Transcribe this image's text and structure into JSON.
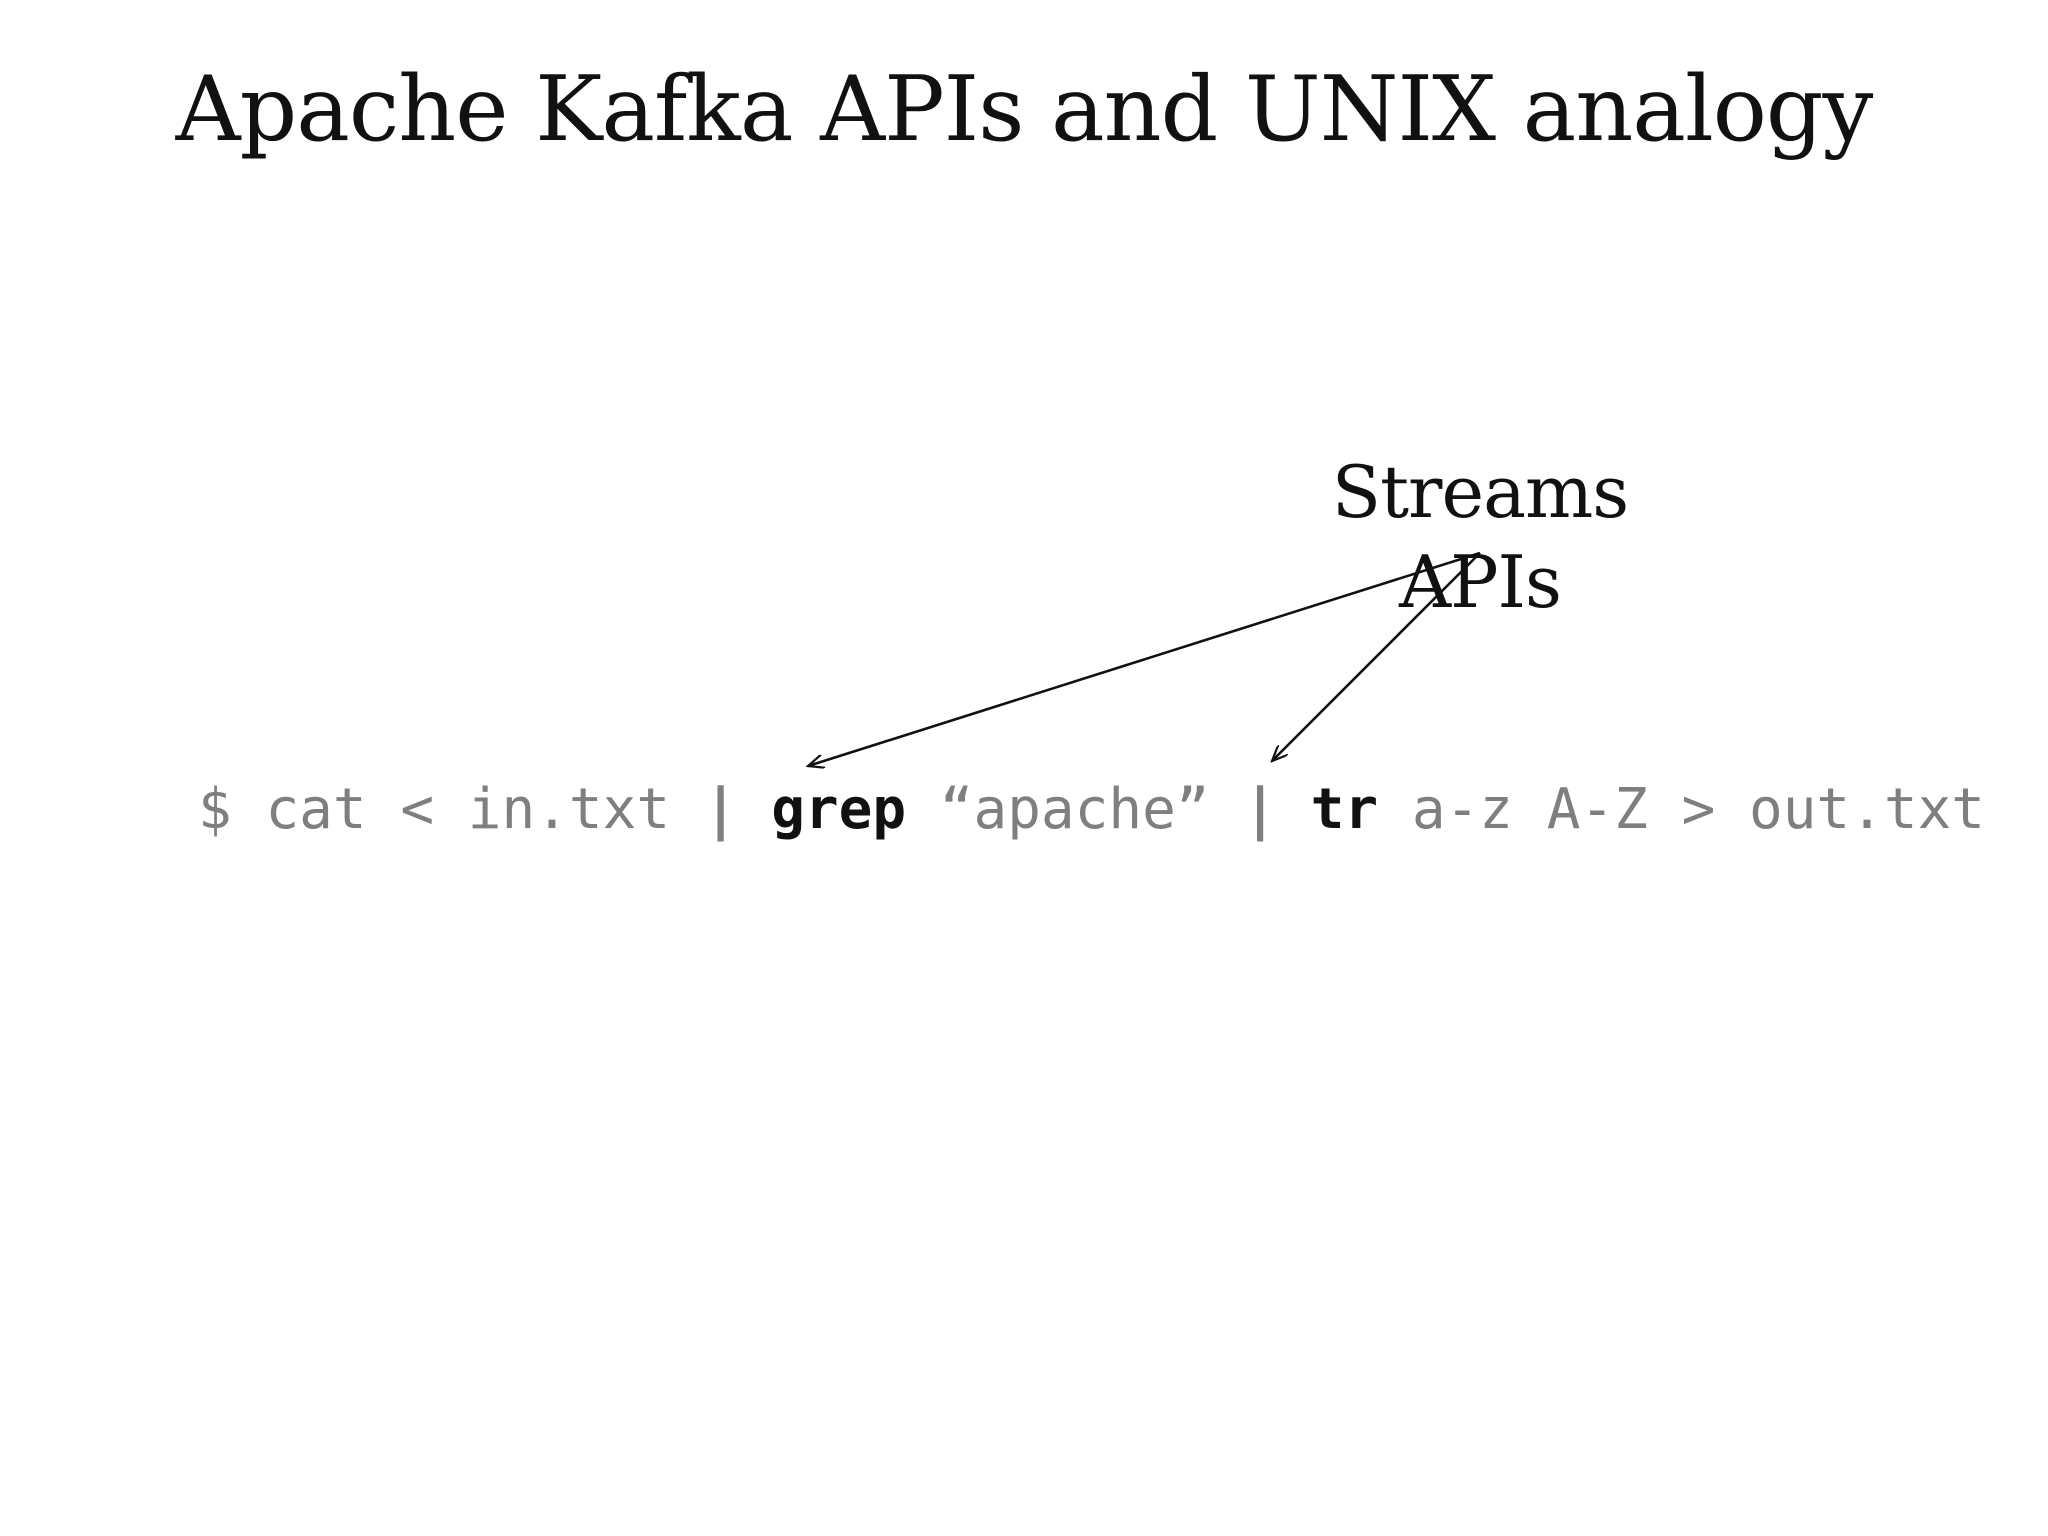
{
  "slide": {
    "title": "Apache Kafka APIs and UNIX analogy",
    "callout": "Streams APIs",
    "command": {
      "prompt": "$",
      "cat": "cat",
      "redirect_in": "<",
      "infile": "in.txt",
      "pipe1": "|",
      "grep": "grep",
      "pattern": "“apache”",
      "pipe2": "|",
      "tr": "tr",
      "range_from": "a-z",
      "range_to": "A-Z",
      "redirect_out": ">",
      "outfile": "out.txt"
    }
  },
  "diagram": {
    "edges": [
      {
        "from": "Streams APIs",
        "to": "grep"
      },
      {
        "from": "Streams APIs",
        "to": "tr"
      }
    ]
  }
}
